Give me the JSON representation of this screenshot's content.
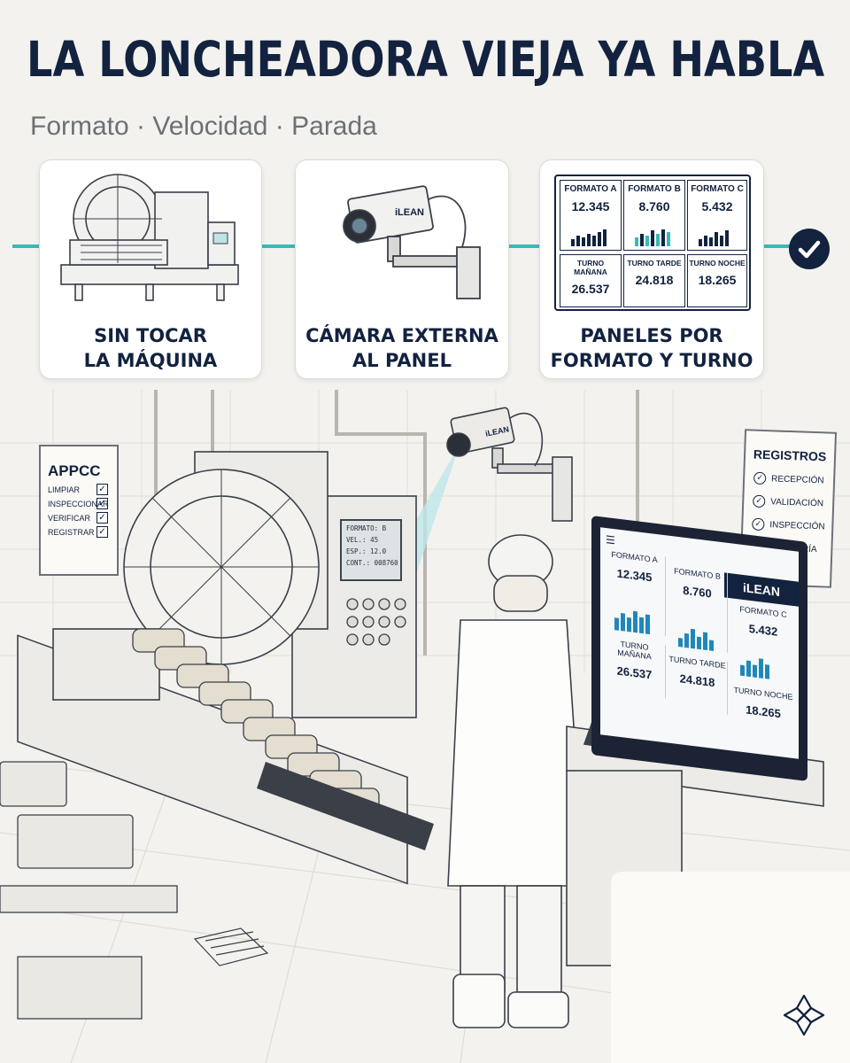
{
  "header": {
    "title": "LA LONCHEADORA VIEJA YA HABLA",
    "subtitle": "Formato · Velocidad · Parada"
  },
  "steps": [
    {
      "label_line1": "SIN TOCAR",
      "label_line2": "LA MÁQUINA"
    },
    {
      "label_line1": "CÁMARA EXTERNA",
      "label_line2": "AL PANEL",
      "camera_brand": "iLEAN"
    },
    {
      "label_line1": "PANELES POR",
      "label_line2": "FORMATO Y TURNO"
    }
  ],
  "mini_panel": {
    "formats": [
      {
        "name": "FORMATO A",
        "value": "12.345"
      },
      {
        "name": "FORMATO B",
        "value": "8.760"
      },
      {
        "name": "FORMATO C",
        "value": "5.432"
      }
    ],
    "shifts": [
      {
        "name": "TURNO MAÑANA",
        "value": "26.537"
      },
      {
        "name": "TURNO TARDE",
        "value": "24.818"
      },
      {
        "name": "TURNO NOCHE",
        "value": "18.265"
      }
    ]
  },
  "scene": {
    "appcc": {
      "title": "APPCC",
      "items": [
        "LIMPIAR",
        "INSPECCIONAR",
        "VERIFICAR",
        "REGISTRAR"
      ]
    },
    "registros": {
      "title": "REGISTROS",
      "items": [
        "RECEPCIÓN",
        "VALIDACIÓN",
        "INSPECCIÓN",
        "AUDITORÍA"
      ]
    },
    "machine_screen": {
      "lines": [
        "FORMATO: B",
        "VEL.:    45",
        "ESP.:   12.0",
        "CONT.: 008760"
      ]
    },
    "camera_brand": "iLEAN",
    "monitor": {
      "brand": "iLEAN",
      "formats": [
        {
          "name": "FORMATO A",
          "value": "12.345"
        },
        {
          "name": "FORMATO B",
          "value": "8.760"
        },
        {
          "name": "FORMATO C",
          "value": "5.432"
        }
      ],
      "shifts": [
        {
          "name": "TURNO MAÑANA",
          "value": "26.537"
        },
        {
          "name": "TURNO TARDE",
          "value": "24.818"
        },
        {
          "name": "TURNO NOCHE",
          "value": "18.265"
        }
      ]
    }
  },
  "colors": {
    "navy": "#12223f",
    "teal": "#3bb8b8",
    "background": "#f4f2ee",
    "monitor_bars": "#1f88b8"
  },
  "icons": [
    "check-icon",
    "slicer-machine-icon",
    "security-camera-icon",
    "dashboard-icon",
    "flower-logo-icon"
  ]
}
